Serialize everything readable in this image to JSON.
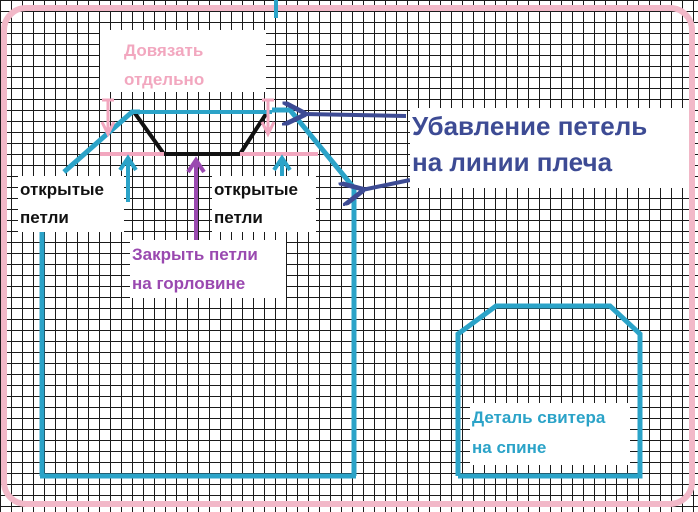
{
  "labels": {
    "knit_separately": [
      "Довязать",
      "отдельно"
    ],
    "open_loops_left": [
      "открытые",
      "петли"
    ],
    "open_loops_right": [
      "открытые",
      "петли"
    ],
    "close_neck": [
      "Закрыть петли",
      "на горловине"
    ],
    "shoulder_decrease": [
      "Убавление петель",
      "на линии плеча"
    ],
    "back_piece": [
      "Деталь свитера",
      "на спине"
    ]
  },
  "colors": {
    "grid": "#1a1a1a",
    "frame_pink": "#f2b8c8",
    "outline_teal": "#2ba3c8",
    "neckline_black": "#111111",
    "arrow_navy": "#3d4b94",
    "arrow_violet": "#9a49b0",
    "arrow_pink": "#f2a7bf"
  }
}
